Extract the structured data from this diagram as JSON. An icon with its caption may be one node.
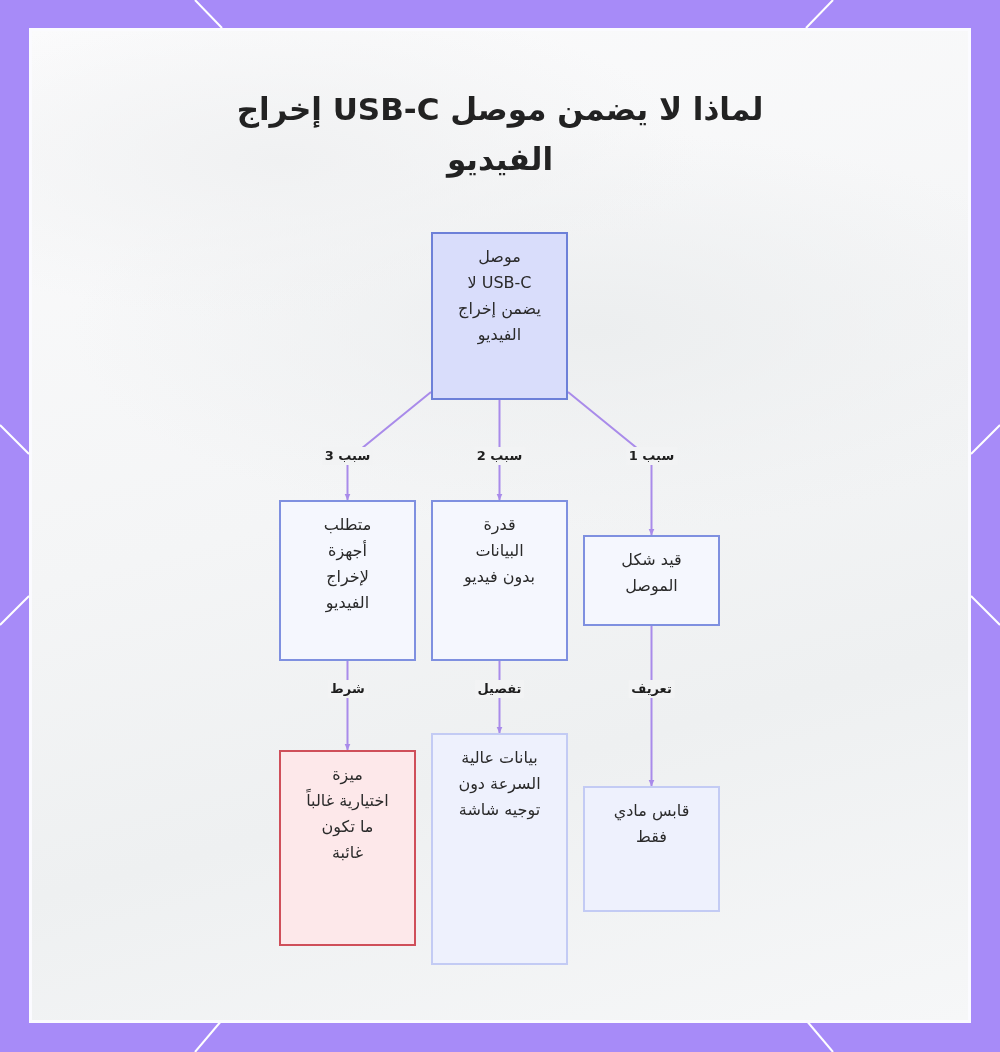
{
  "diagram": {
    "title": "لماذا لا يضمن موصل USB-C إخراج الفيديو",
    "nodes": [
      {
        "text": [
          "موصل USB-C لا يضمن إخراج الفيديو"
        ]
      },
      {
        "text": [
          "متطلب أجهزة لإخراج الفيديو"
        ]
      },
      {
        "text": [
          "قدرة البيانات بدون فيديو"
        ]
      },
      {
        "text": [
          "قيد شكل الموصل"
        ]
      },
      {
        "text": [
          "ميزة اختيارية غالباً ما تكون غائبة"
        ]
      },
      {
        "text": [
          "بيانات عالية السرعة دون توجيه شاشة"
        ]
      },
      {
        "text": [
          "قابس مادي فقط"
        ]
      }
    ],
    "edges": [
      {
        "from": 0,
        "to": 3,
        "arrow": "to",
        "label": "سبب 1"
      },
      {
        "from": 0,
        "to": 2,
        "arrow": "to",
        "label": "سبب 2"
      },
      {
        "from": 0,
        "to": 1,
        "arrow": "to",
        "label": "سبب 3"
      },
      {
        "from": 1,
        "to": 4,
        "arrow": "to",
        "label": "شرط"
      },
      {
        "from": 2,
        "to": 5,
        "arrow": "to",
        "label": "تفصيل"
      },
      {
        "from": 3,
        "to": 6,
        "arrow": "to",
        "label": "تعريف"
      }
    ]
  }
}
